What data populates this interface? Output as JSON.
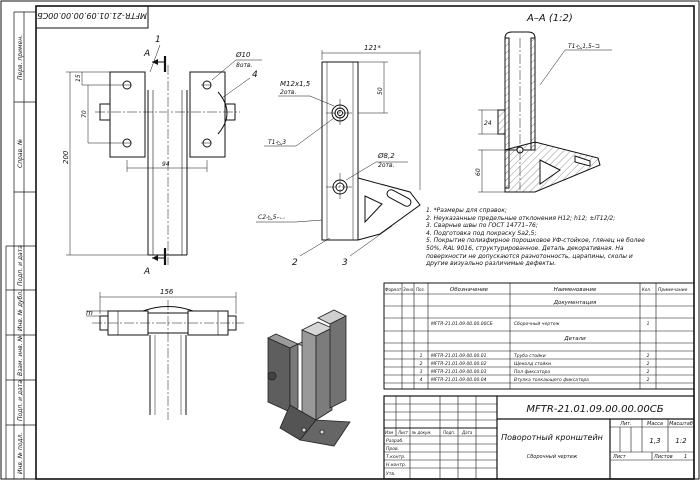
{
  "page": {
    "paper_color": "#ffffff",
    "line_color": "#111111",
    "section_fill": "#dcdcdc"
  },
  "doc_code": "MFTR-21.01.09.00.00.00СБ",
  "section_label": "А–А (1:2)",
  "cut_marker": "А",
  "left_strip": [
    "Перв. примен.",
    "Справ. №",
    "Подп. и дата",
    "Инв. № дубл.",
    "Взам. инв. №",
    "Подп. и дата",
    "Инв. № подл."
  ],
  "front_view": {
    "hole_callout": "Ø10",
    "hole_note": "8отв.",
    "dim_15": "15",
    "dim_70": "70",
    "dim_200": "200",
    "dim_94": "94",
    "balloons": [
      "1",
      "4"
    ]
  },
  "side_view": {
    "dim_121": "121*",
    "thread_callout": "М12х1,5",
    "thread_note": "2отв.",
    "dim_50": "50",
    "weld_t1": "Т1-◺3",
    "small_hole": "Ø8,2",
    "small_hole_note": "2отв.",
    "weld_c2": "С2-◺5–⌴",
    "balloons": [
      "2",
      "3"
    ]
  },
  "section_view": {
    "weld_t1": "Т1-◺1,5–⊐",
    "dim_24": "24",
    "dim_60": "60"
  },
  "top_view": {
    "dim_156": "156",
    "dim_m": "m"
  },
  "notes": [
    "1.  *Размеры для справок;",
    "2.  Неуказанные предельные отклонения Н12; h12; ±IT12/2;",
    "3.  Сварные швы по ГОСТ 14771–76;",
    "4.  Подготовка под покраску Sa2,5;",
    "5.  Покрытие полиэфирное порошковое УФ-стойкое, глянец не более",
    "     50%, RAL 9016, структурированное. Деталь декоративная. На",
    "     поверхности не допускаются разнотонность, царапины, сколы и",
    "     другие визуально различимые дефекты."
  ],
  "spec": {
    "headers": [
      "Формат",
      "Зона",
      "Поз.",
      "Обозначение",
      "Наименование",
      "Кол.",
      "Примечание"
    ],
    "section_docs": "Документация",
    "doc_row": {
      "designation": "MFTR-21.01.09.00.00.00СБ",
      "name": "Сборочный чертеж",
      "qty": "1"
    },
    "section_parts": "Детали",
    "rows": [
      {
        "pos": "1",
        "designation": "MFTR-21.01.09.00.00.01",
        "name": "Труба стойки",
        "qty": "2"
      },
      {
        "pos": "2",
        "designation": "MFTR-21.01.09.00.00.02",
        "name": "Щеколд стойки",
        "qty": "2"
      },
      {
        "pos": "3",
        "designation": "MFTR-21.01.09.00.00.03",
        "name": "Пол фиксатора",
        "qty": "2"
      },
      {
        "pos": "4",
        "designation": "MFTR-21.01.09.00.00.04",
        "name": "Втулка толкающего фиксатора",
        "qty": "2"
      }
    ]
  },
  "title_block": {
    "code": "MFTR-21.01.09.00.00.00СБ",
    "name": "Поворотный кронштейн",
    "doc_type": "Сборочный чертеж",
    "col_lit": "Лит.",
    "col_mass": "Масса",
    "col_scale": "Масштаб",
    "mass_value": "1,3",
    "scale_value": "1:2",
    "sheet_label": "Лист",
    "sheets_label": "Листов",
    "sheets_value": "1",
    "change_headers": [
      "Изм",
      "Лист",
      "№ докум.",
      "Подп.",
      "Дата"
    ],
    "roles": [
      "Разраб.",
      "Пров.",
      "Т.контр.",
      "Н.контр.",
      "Утв."
    ]
  }
}
